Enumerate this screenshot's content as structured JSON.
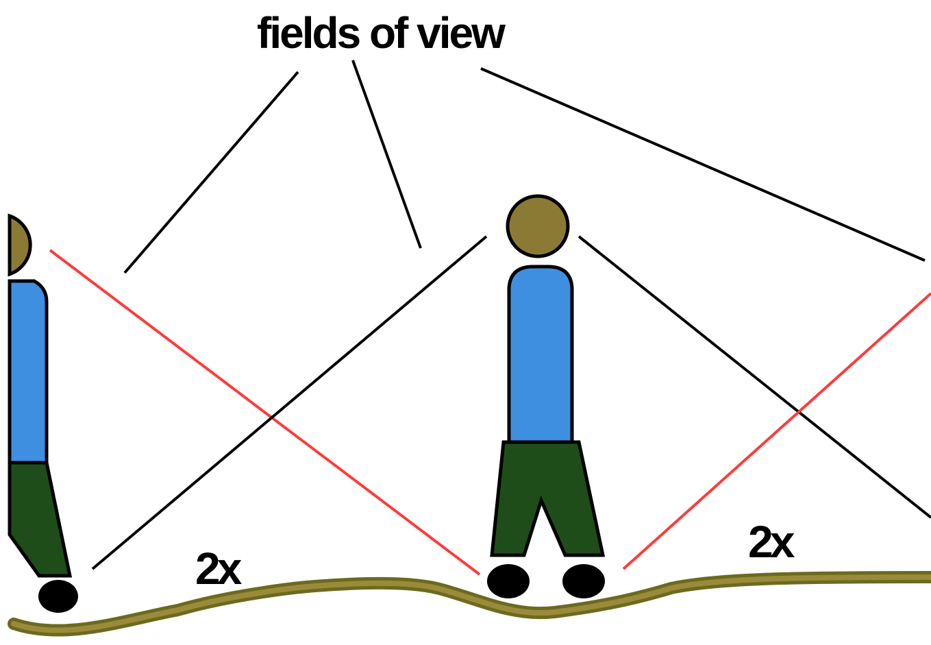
{
  "diagram": {
    "title": "fields of view",
    "left_gap_label": "2x",
    "right_gap_label": "2x",
    "colors": {
      "background": "#ffffff",
      "line_black": "#000000",
      "line_red": "#ff3b3b",
      "head": "#8a7a34",
      "torso": "#3f8fe0",
      "legs": "#1f4d1a",
      "feet": "#000000",
      "ground_outer": "#6b6a1f",
      "ground_inner": "#9a8a3a"
    }
  }
}
